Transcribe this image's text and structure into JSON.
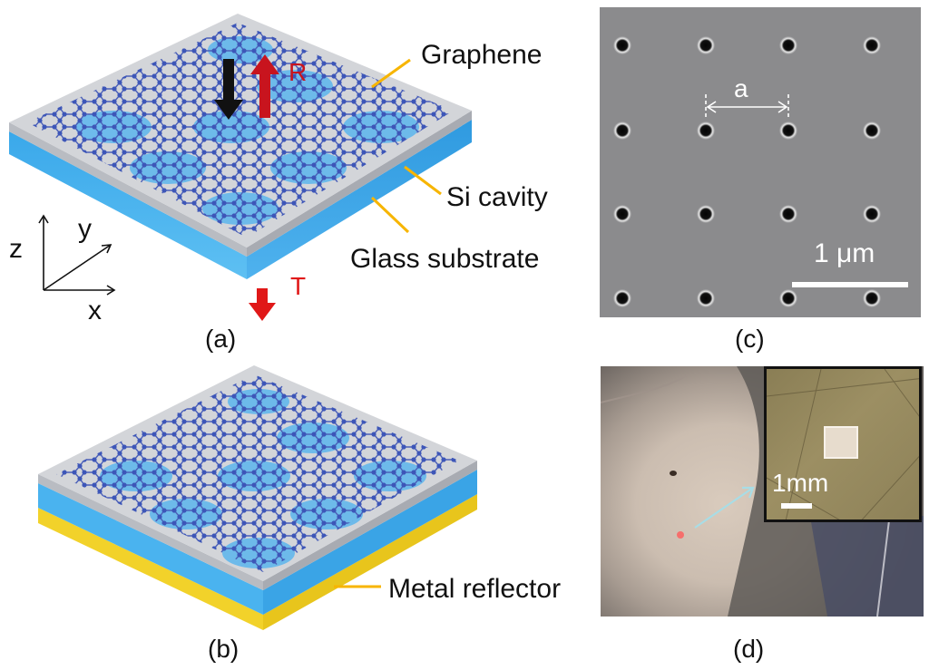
{
  "panel_a": {
    "tag": "(a)",
    "labels": {
      "graphene": "Graphene",
      "si_cavity": "Si cavity",
      "glass_substrate": "Glass substrate"
    },
    "reflect_label": "R",
    "transmit_label": "T",
    "axes": {
      "x": "x",
      "y": "y",
      "z": "z"
    }
  },
  "panel_b": {
    "tag": "(b)",
    "labels": {
      "metal_reflector": "Metal reflector"
    }
  },
  "panel_c": {
    "tag": "(c)",
    "lattice_label": "a",
    "scale_label": "1 μm"
  },
  "panel_d": {
    "tag": "(d)",
    "inset_scale_label": "1mm"
  },
  "colors": {
    "graphene_atom": "#3d56b8",
    "cavity_blue": "#3aa8ea",
    "substrate_blue": "#55b8f0",
    "metal_yellow": "#f2d22a",
    "callout_orange": "#f7b500",
    "arrow_red": "#c8141e",
    "arrow_black": "#111111"
  }
}
